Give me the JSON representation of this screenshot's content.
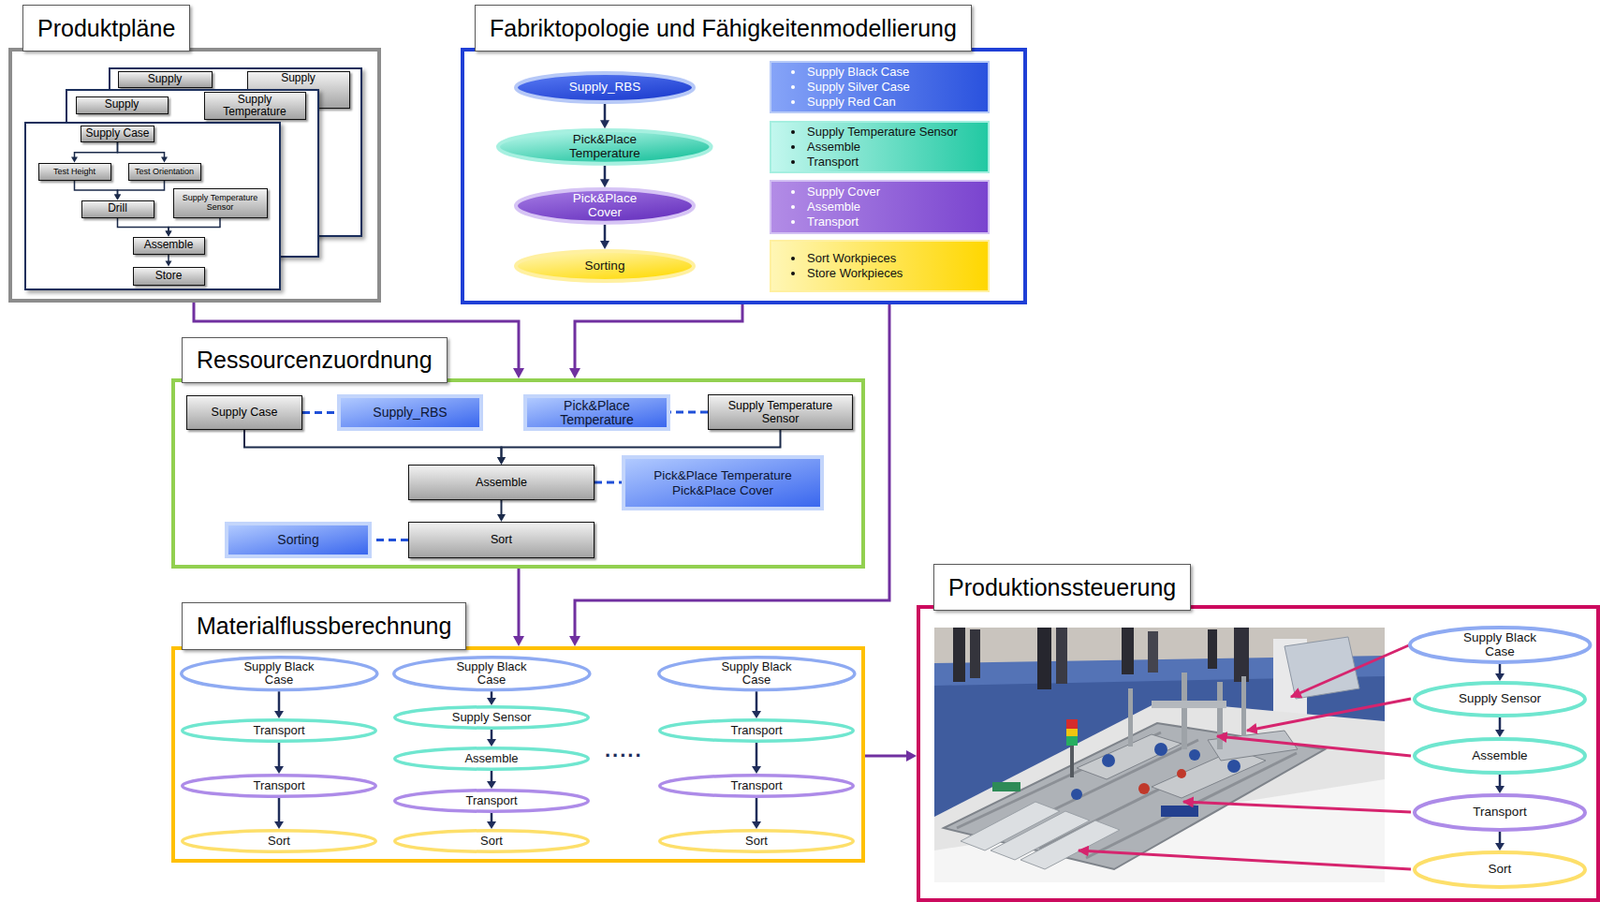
{
  "diagram": {
    "nodes": [
      {
        "text": [
          "Produktpläne"
        ]
      },
      {
        "text": [],
        "in": 0
      },
      {
        "text": [
          "Supply"
        ],
        "in": 1
      },
      {
        "text": [
          "Supply"
        ],
        "in": 1
      },
      {
        "text": [],
        "in": 0
      },
      {
        "text": [
          "Supply"
        ],
        "in": 4
      },
      {
        "text": [
          "Supply Temperature"
        ],
        "in": 4
      },
      {
        "text": [],
        "in": 0
      },
      {
        "text": [
          "Supply Case"
        ],
        "in": 7
      },
      {
        "text": [
          "Test Height"
        ],
        "in": 7
      },
      {
        "text": [
          "Test Orientation"
        ],
        "in": 7
      },
      {
        "text": [
          "Drill"
        ],
        "in": 7
      },
      {
        "text": [
          "Supply Temperature Sensor"
        ],
        "in": 7
      },
      {
        "text": [
          "Assemble"
        ],
        "in": 7
      },
      {
        "text": [
          "Store"
        ],
        "in": 7
      },
      {
        "text": [
          "Fabriktopologie und Fähigkeitenmodellierung"
        ]
      },
      {
        "text": [
          "Supply_RBS"
        ],
        "in": 15
      },
      {
        "text": [
          "Supply Black Case",
          "Supply Silver Case",
          "Supply Red Can"
        ],
        "in": 15
      },
      {
        "text": [
          "Pick&Place Temperature"
        ],
        "in": 15
      },
      {
        "text": [
          "Supply Temperature Sensor",
          "Assemble",
          "Transport"
        ],
        "in": 15
      },
      {
        "text": [
          "Pick&Place Cover"
        ],
        "in": 15
      },
      {
        "text": [
          "Supply Cover",
          "Assemble",
          "Transport"
        ],
        "in": 15
      },
      {
        "text": [
          "Sorting"
        ],
        "in": 15
      },
      {
        "text": [
          "Sort Workpieces",
          "Store Workpieces"
        ],
        "in": 15
      },
      {
        "text": [
          "Ressourcenzuordnung"
        ]
      },
      {
        "text": [
          "Supply Case"
        ],
        "in": 24
      },
      {
        "text": [
          "Supply_RBS"
        ],
        "in": 24
      },
      {
        "text": [
          "Pick&Place Temperature"
        ],
        "in": 24
      },
      {
        "text": [
          "Supply Temperature Sensor"
        ],
        "in": 24
      },
      {
        "text": [
          "Assemble"
        ],
        "in": 24
      },
      {
        "text": [
          "Pick&Place Temperature",
          "Pick&Place Cover"
        ],
        "in": 24
      },
      {
        "text": [
          "Sorting"
        ],
        "in": 24
      },
      {
        "text": [
          "Sort"
        ],
        "in": 24
      },
      {
        "text": [
          "Materialflussberechnung"
        ]
      },
      {
        "text": [
          "Supply Black Case"
        ],
        "in": 33
      },
      {
        "text": [
          "Transport"
        ],
        "in": 33
      },
      {
        "text": [
          "Transport"
        ],
        "in": 33
      },
      {
        "text": [
          "Sort"
        ],
        "in": 33
      },
      {
        "text": [
          "Supply Black Case"
        ],
        "in": 33
      },
      {
        "text": [
          "Supply Sensor"
        ],
        "in": 33
      },
      {
        "text": [
          "Assemble"
        ],
        "in": 33
      },
      {
        "text": [
          "Transport"
        ],
        "in": 33
      },
      {
        "text": [
          "Sort"
        ],
        "in": 33
      },
      {
        "text": [
          "Supply Black Case"
        ],
        "in": 33
      },
      {
        "text": [
          "Transport"
        ],
        "in": 33
      },
      {
        "text": [
          "Transport"
        ],
        "in": 33
      },
      {
        "text": [
          "Sort"
        ],
        "in": 33
      },
      {
        "text": [
          "Produktionssteuerung"
        ]
      },
      {
        "text": [
          "Supply Black Case"
        ],
        "in": 47
      },
      {
        "text": [
          "Supply Sensor"
        ],
        "in": 47
      },
      {
        "text": [
          "Assemble"
        ],
        "in": 47
      },
      {
        "text": [
          "Transport"
        ],
        "in": 47
      },
      {
        "text": [
          "Sort"
        ],
        "in": 47
      }
    ],
    "edges": [
      {
        "from": 8,
        "to": 9,
        "arrow": "to"
      },
      {
        "from": 8,
        "to": 10,
        "arrow": "to"
      },
      {
        "from": 9,
        "to": 11,
        "arrow": "to"
      },
      {
        "from": 10,
        "to": 11,
        "arrow": "to"
      },
      {
        "from": 11,
        "to": 13,
        "arrow": "to"
      },
      {
        "from": 12,
        "to": 13,
        "arrow": "to"
      },
      {
        "from": 13,
        "to": 14,
        "arrow": "to"
      },
      {
        "from": 16,
        "to": 18,
        "arrow": "to"
      },
      {
        "from": 18,
        "to": 20,
        "arrow": "to"
      },
      {
        "from": 20,
        "to": 22,
        "arrow": "to"
      },
      {
        "from": 25,
        "to": 26,
        "arrow": "none"
      },
      {
        "from": 28,
        "to": 27,
        "arrow": "none"
      },
      {
        "from": 25,
        "to": 29,
        "arrow": "to"
      },
      {
        "from": 28,
        "to": 29,
        "arrow": "to"
      },
      {
        "from": 29,
        "to": 30,
        "arrow": "none"
      },
      {
        "from": 29,
        "to": 32,
        "arrow": "to"
      },
      {
        "from": 32,
        "to": 31,
        "arrow": "none"
      },
      {
        "from": 34,
        "to": 35,
        "arrow": "to"
      },
      {
        "from": 35,
        "to": 36,
        "arrow": "to"
      },
      {
        "from": 36,
        "to": 37,
        "arrow": "to"
      },
      {
        "from": 38,
        "to": 39,
        "arrow": "to"
      },
      {
        "from": 39,
        "to": 40,
        "arrow": "to"
      },
      {
        "from": 40,
        "to": 41,
        "arrow": "to"
      },
      {
        "from": 41,
        "to": 42,
        "arrow": "to"
      },
      {
        "from": 43,
        "to": 44,
        "arrow": "to"
      },
      {
        "from": 44,
        "to": 45,
        "arrow": "to"
      },
      {
        "from": 45,
        "to": 46,
        "arrow": "to"
      },
      {
        "from": 48,
        "to": 49,
        "arrow": "to"
      },
      {
        "from": 49,
        "to": 50,
        "arrow": "to"
      },
      {
        "from": 50,
        "to": 51,
        "arrow": "to"
      },
      {
        "from": 51,
        "to": 52,
        "arrow": "to"
      },
      {
        "from": 0,
        "to": 24,
        "arrow": "to"
      },
      {
        "from": 15,
        "to": 24,
        "arrow": "to"
      },
      {
        "from": 15,
        "to": 33,
        "arrow": "to"
      },
      {
        "from": 24,
        "to": 33,
        "arrow": "to"
      },
      {
        "from": 33,
        "to": 47,
        "arrow": "to"
      }
    ],
    "labels": [
      "....."
    ]
  }
}
